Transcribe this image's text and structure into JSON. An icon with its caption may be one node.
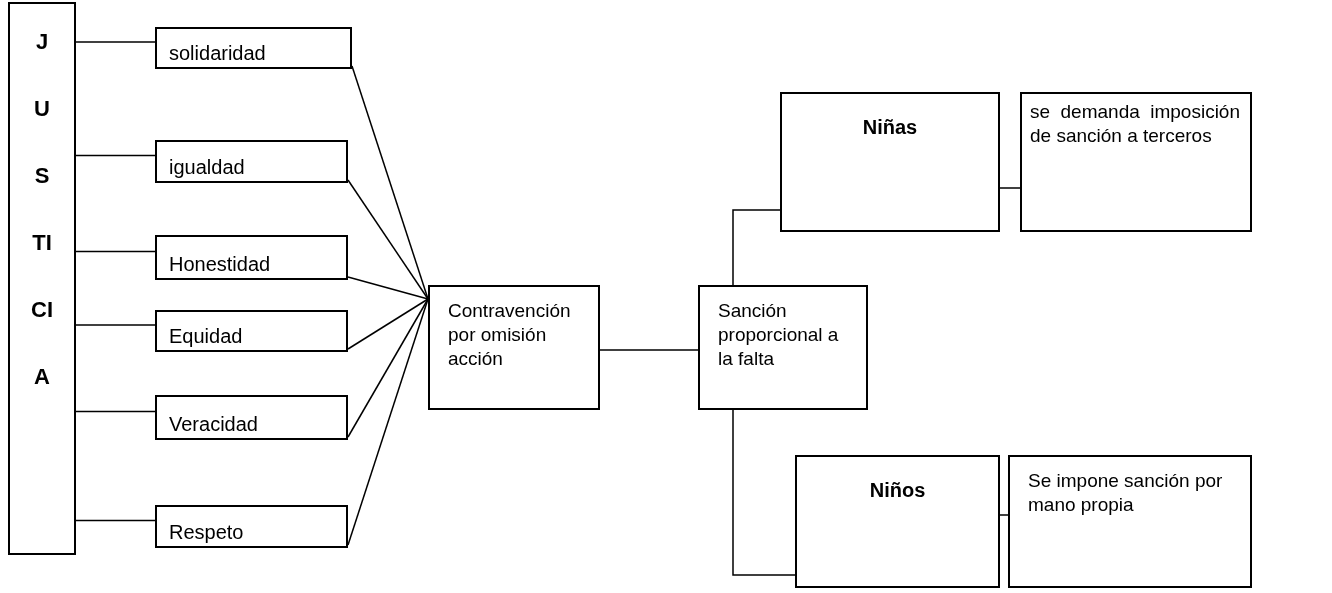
{
  "diagram": {
    "nodes": [
      {
        "text": [
          "JUSTICIA"
        ]
      },
      {
        "text": [
          "solidaridad"
        ]
      },
      {
        "text": [
          "igualdad"
        ]
      },
      {
        "text": [
          "Honestidad"
        ]
      },
      {
        "text": [
          "Equidad"
        ]
      },
      {
        "text": [
          "Veracidad"
        ]
      },
      {
        "text": [
          "Respeto"
        ]
      },
      {
        "text": [
          "Contravención por omisión acción"
        ]
      },
      {
        "text": [
          "Sanción proporcional a la falta"
        ]
      },
      {
        "text": [
          "Niñas"
        ]
      },
      {
        "text": [
          "se demanda imposición de sanción a terceros"
        ]
      },
      {
        "text": [
          "Niños"
        ]
      },
      {
        "text": [
          "Se impone sanción por mano propia"
        ]
      }
    ],
    "edges": [
      {
        "from": 0,
        "to": 1,
        "arrow": "none"
      },
      {
        "from": 0,
        "to": 2,
        "arrow": "none"
      },
      {
        "from": 0,
        "to": 3,
        "arrow": "none"
      },
      {
        "from": 0,
        "to": 4,
        "arrow": "none"
      },
      {
        "from": 0,
        "to": 5,
        "arrow": "none"
      },
      {
        "from": 0,
        "to": 6,
        "arrow": "none"
      },
      {
        "from": 1,
        "to": 7,
        "arrow": "none"
      },
      {
        "from": 2,
        "to": 7,
        "arrow": "none"
      },
      {
        "from": 3,
        "to": 7,
        "arrow": "none"
      },
      {
        "from": 4,
        "to": 7,
        "arrow": "none"
      },
      {
        "from": 5,
        "to": 7,
        "arrow": "none"
      },
      {
        "from": 6,
        "to": 7,
        "arrow": "none"
      },
      {
        "from": 7,
        "to": 8,
        "arrow": "none"
      },
      {
        "from": 8,
        "to": 9,
        "arrow": "none"
      },
      {
        "from": 8,
        "to": 11,
        "arrow": "none"
      },
      {
        "from": 9,
        "to": 10,
        "arrow": "none"
      },
      {
        "from": 11,
        "to": 12,
        "arrow": "none"
      }
    ]
  }
}
